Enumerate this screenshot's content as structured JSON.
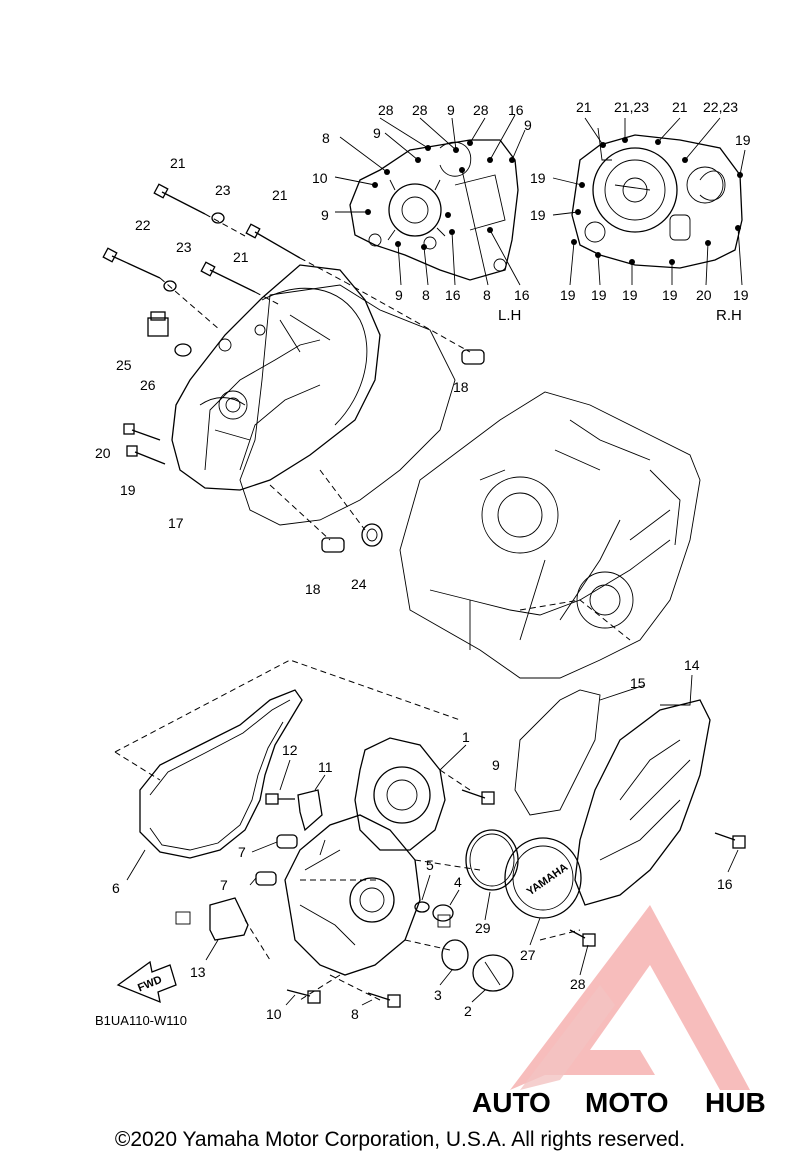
{
  "diagram": {
    "drawing_code": "B1UA110-W110",
    "copyright": "©2020 Yamaha Motor Corporation, U.S.A. All rights reserved.",
    "side_labels": {
      "left": "L.H",
      "right": "R.H"
    },
    "fwd_label": "FWD",
    "cover_brand": "YAMAHA",
    "watermark": {
      "part1": "AUTO",
      "part2": "MOTO",
      "part3": "HUB",
      "color_red": "#e8312e",
      "color_orange": "#f3a23a",
      "color_gray": "#555555"
    },
    "callouts": {
      "c21a": "21",
      "c23a": "23",
      "c21b": "21",
      "c22": "22",
      "c23b": "23",
      "c21c": "21",
      "c25": "25",
      "c26": "26",
      "c18a": "18",
      "c20a": "20",
      "c19a": "19",
      "c17": "17",
      "c18b": "18",
      "c24": "24",
      "L28a": "28",
      "L28b": "28",
      "L9a": "9",
      "L28c": "28",
      "L16a": "16",
      "L8a": "8",
      "L9b": "9",
      "L9c": "9",
      "L10": "10",
      "L9d": "9",
      "L9e": "9",
      "L8b": "8",
      "L16b": "16",
      "L8c": "8",
      "L16c": "16",
      "R21a": "21",
      "R2123a": "21,23",
      "R21b": "21",
      "R2223": "22,23",
      "R19a": "19",
      "R19b": "19",
      "R19c": "19",
      "R19d": "19",
      "R19e": "19",
      "R19f": "19",
      "R19g": "19",
      "R20": "20",
      "R19h": "19",
      "c14": "14",
      "c15": "15",
      "c1": "1",
      "c12": "12",
      "c11": "11",
      "c9": "9",
      "c7a": "7",
      "c6": "6",
      "c7b": "7",
      "c5": "5",
      "c4": "4",
      "c29": "29",
      "c27": "27",
      "c16": "16",
      "c13": "13",
      "c3": "3",
      "c28": "28",
      "c10": "10",
      "c8": "8",
      "c2": "2"
    }
  }
}
